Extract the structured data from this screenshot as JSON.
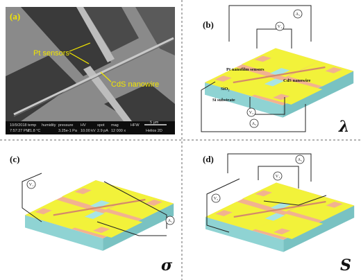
{
  "panels": {
    "a": {
      "label": "(a)",
      "sensors_label": "Pt sensors",
      "nanowire_label": "CdS nanowire",
      "meta_headers": [
        "10/9/2018",
        "temp",
        "humidity",
        "pressure",
        "HV",
        "spot",
        "mag",
        "HFW"
      ],
      "meta_values": [
        "7:57:27 PM",
        "21.8 °C",
        "",
        "3.25e-1 Pa",
        "10.00 kV",
        "2.9 pA",
        "12 000 x",
        ""
      ],
      "scale": "5 µm",
      "instrument": "Helios 2D"
    },
    "b": {
      "label": "(b)",
      "symbol": "λ",
      "annotations": [
        "Pt nanofilm sensors",
        "CdS nanowire",
        "SiO₂",
        "Si substrate"
      ],
      "meters": [
        "A₁",
        "V₁",
        "V₂",
        "A₂"
      ]
    },
    "c": {
      "label": "(c)",
      "symbol": "σ",
      "meters": [
        "V₁",
        "A₁"
      ]
    },
    "d": {
      "label": "(d)",
      "symbol": "S",
      "meters": [
        "A₁",
        "V₁",
        "V₂"
      ]
    }
  },
  "colors": {
    "electrode": "#f2f23a",
    "pad": "#f2b290",
    "substrate": "#a8e4e4",
    "wire": "#222222"
  }
}
